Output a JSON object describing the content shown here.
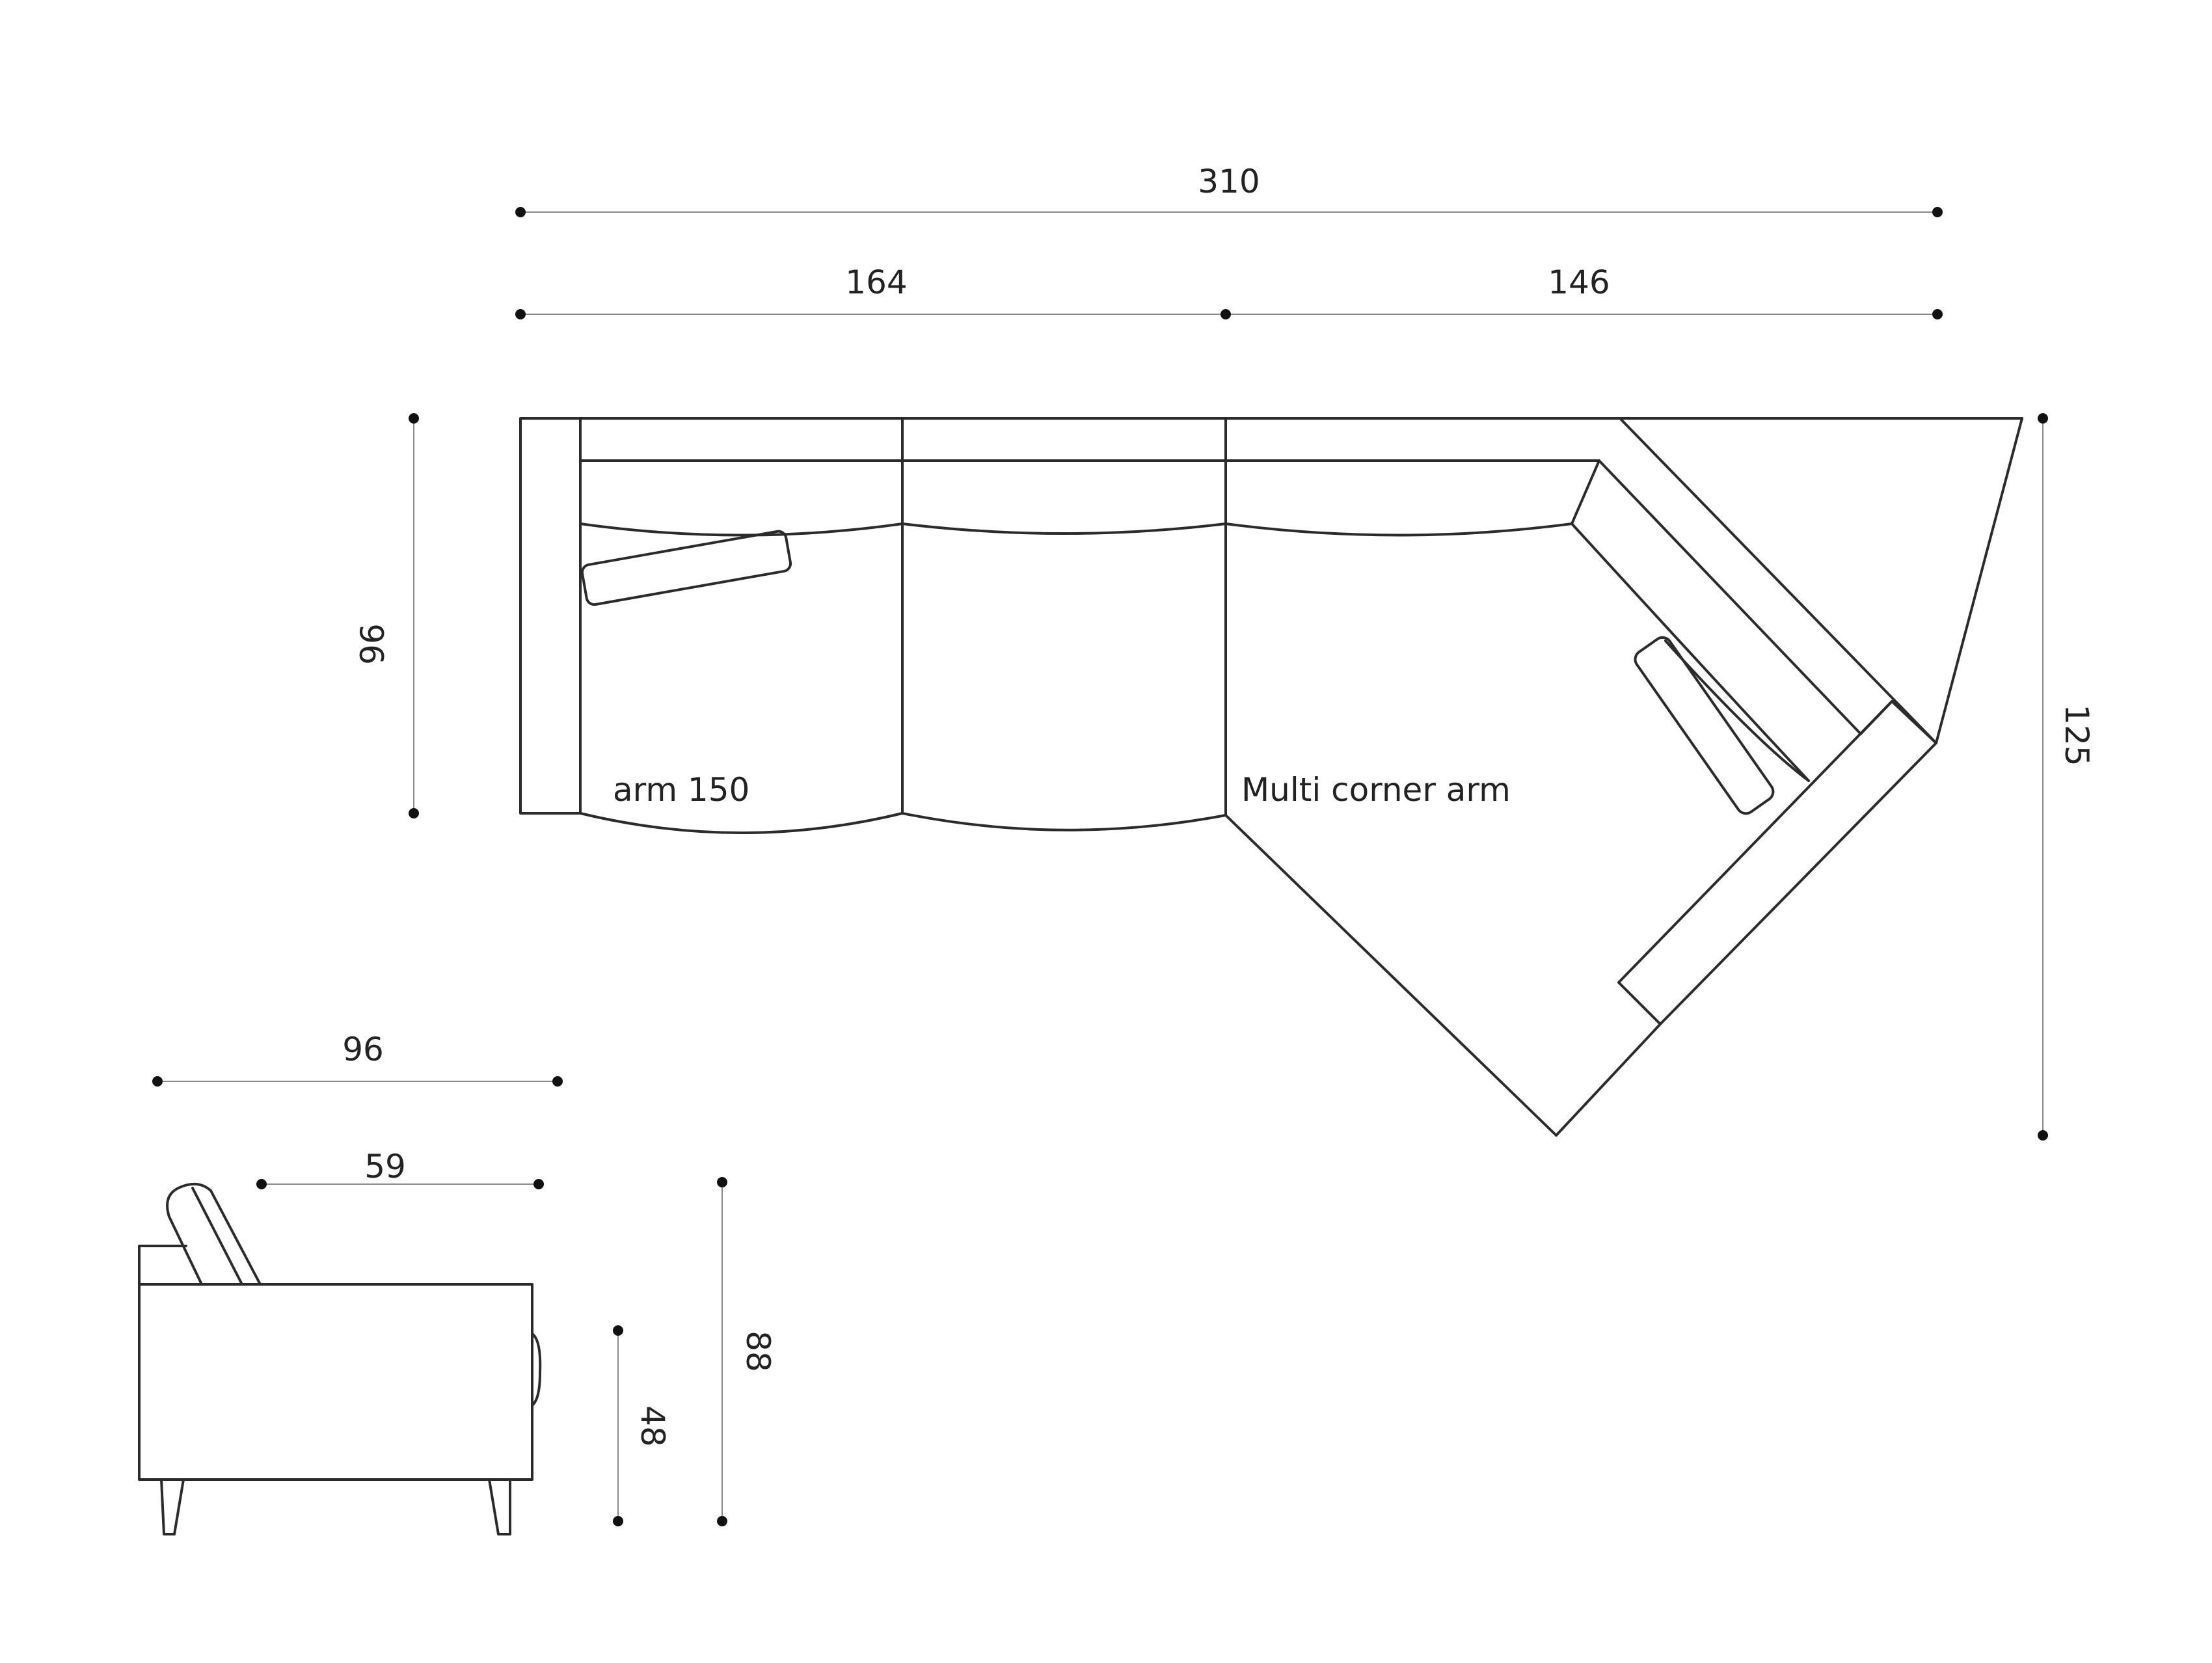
{
  "dimensions": {
    "total_width": "310",
    "left_section_width": "164",
    "right_section_width": "146",
    "depth": "96",
    "corner_depth": "125",
    "side_depth": "96",
    "seat_depth": "59",
    "total_height": "88",
    "seat_height": "48"
  },
  "labels": {
    "arm_module": "arm 150",
    "corner_module": "Multi corner arm"
  },
  "colors": {
    "line": "#2b2b2b",
    "dimension_line": "#8a8a8a",
    "dimension_dot": "#111111",
    "background": "#ffffff"
  }
}
